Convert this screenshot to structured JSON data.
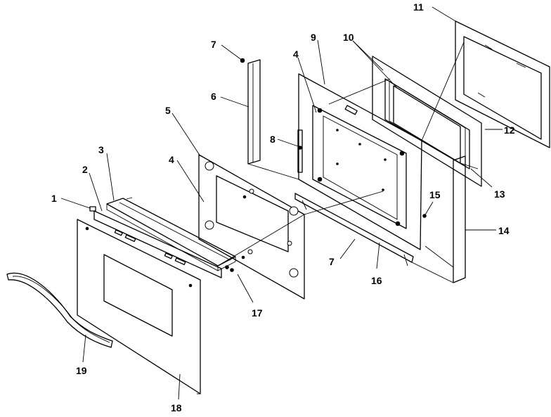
{
  "callouts": [
    {
      "id": "c1",
      "text": "1"
    },
    {
      "id": "c2",
      "text": "2"
    },
    {
      "id": "c3",
      "text": "3"
    },
    {
      "id": "c4a",
      "text": "4"
    },
    {
      "id": "c4b",
      "text": "4"
    },
    {
      "id": "c5",
      "text": "5"
    },
    {
      "id": "c6",
      "text": "6"
    },
    {
      "id": "c7a",
      "text": "7"
    },
    {
      "id": "c7b",
      "text": "7"
    },
    {
      "id": "c8",
      "text": "8"
    },
    {
      "id": "c9",
      "text": "9"
    },
    {
      "id": "c10",
      "text": "10"
    },
    {
      "id": "c11",
      "text": "11"
    },
    {
      "id": "c12",
      "text": "12"
    },
    {
      "id": "c13",
      "text": "13"
    },
    {
      "id": "c14",
      "text": "14"
    },
    {
      "id": "c15",
      "text": "15"
    },
    {
      "id": "c16",
      "text": "16"
    },
    {
      "id": "c17",
      "text": "17"
    },
    {
      "id": "c18",
      "text": "18"
    },
    {
      "id": "c19",
      "text": "19"
    }
  ],
  "colors": {
    "line": "#000000",
    "background": "#ffffff"
  }
}
